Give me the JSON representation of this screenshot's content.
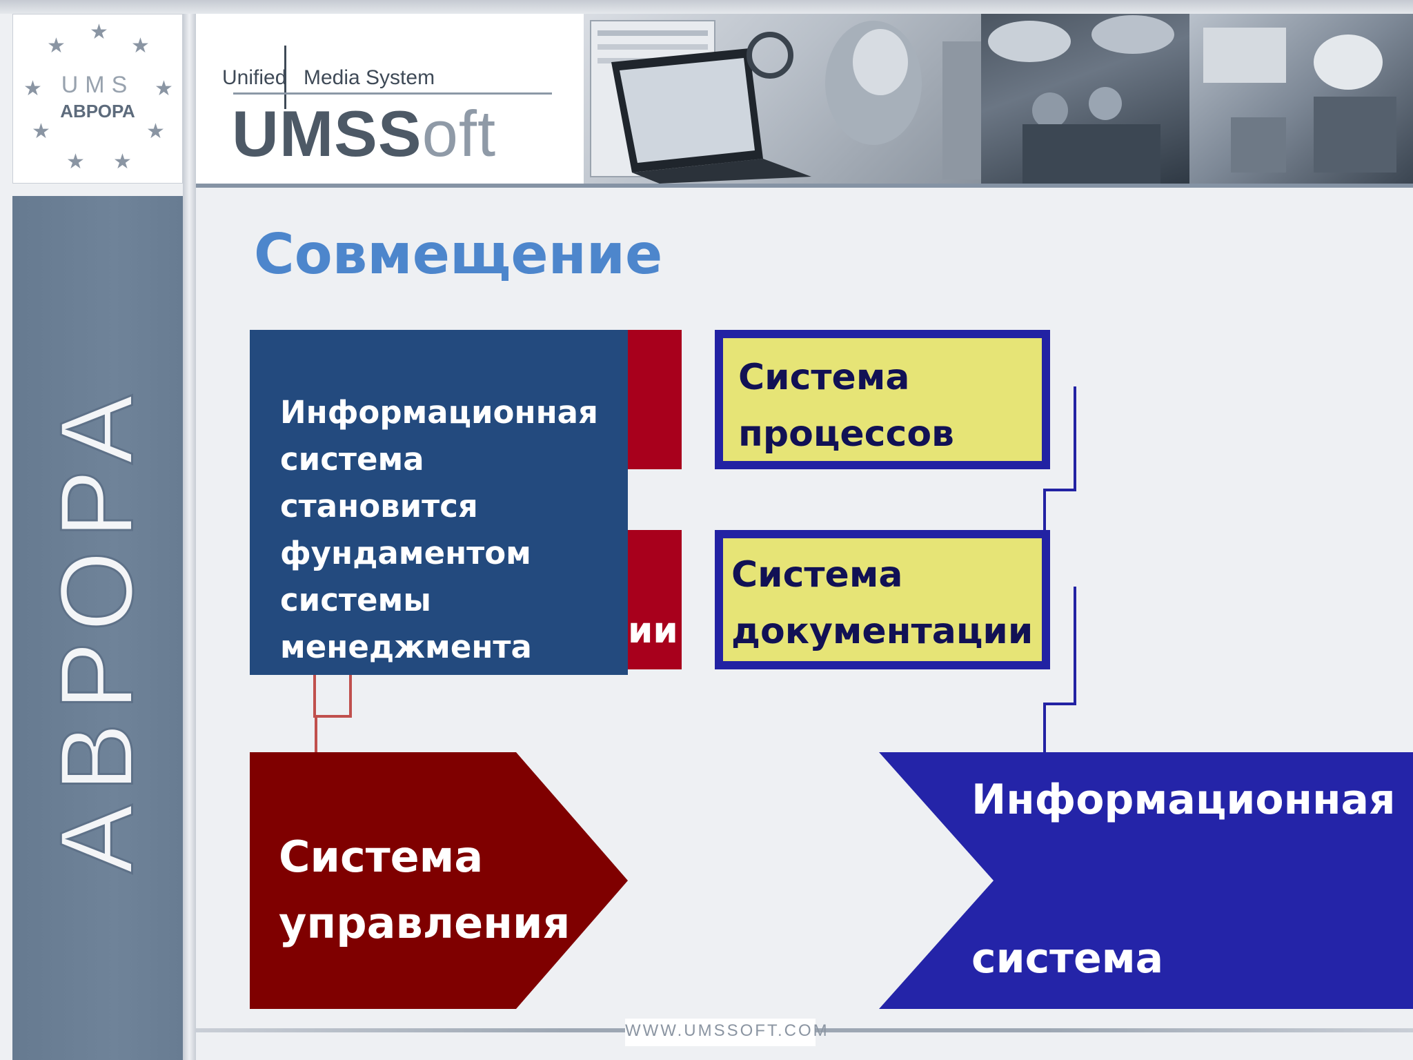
{
  "logo_panel": {
    "ums": "UMS",
    "avrora": "АВРОРА"
  },
  "side_band": {
    "word": "АВРОРА"
  },
  "header": {
    "sub_left": "Unified",
    "sub_right": "Media System",
    "logo_main": "UMSS",
    "logo_soft": "oft"
  },
  "title": "Совмещение",
  "blue_box": {
    "lines": [
      "Информационная",
      "система становится",
      "фундаментом",
      "системы",
      "менеджмента"
    ]
  },
  "red_mid_tail": "ии",
  "yellow_top": {
    "line1": "Система",
    "line2": "процессов"
  },
  "yellow_bottom": {
    "line1": "Система",
    "line2": "документации"
  },
  "red_arrow": {
    "line1": "Система",
    "line2": "управления"
  },
  "blue_arrow": {
    "line1": "Информационная",
    "line2": "система"
  },
  "footer": {
    "url": "WWW.UMSSOFT.COM"
  },
  "colors": {
    "title": "#4d86cc",
    "dark_blue_box": "#234a7e",
    "dark_red": "#a8001c",
    "arrow_red": "#7f0000",
    "arrow_blue": "#2424a8",
    "yellow_box": "#e6e476"
  }
}
